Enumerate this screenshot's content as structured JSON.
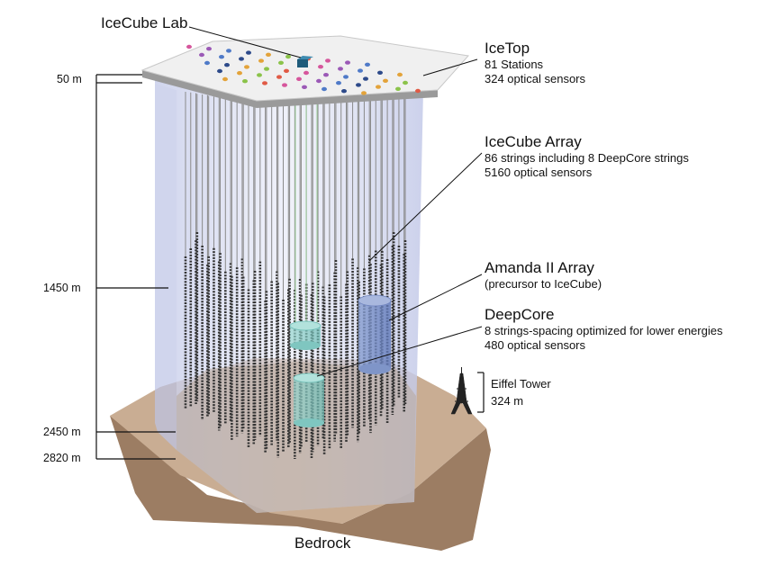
{
  "labels": {
    "lab": "IceCube Lab",
    "icetop": {
      "title": "IceTop",
      "line1": "81 Stations",
      "line2": "324 optical sensors"
    },
    "array": {
      "title": "IceCube Array",
      "line1": "86 strings including 8 DeepCore strings",
      "line2": "5160 optical sensors"
    },
    "amanda": {
      "title": "Amanda II Array",
      "line1": "(precursor to IceCube)"
    },
    "deepcore": {
      "title": "DeepCore",
      "line1": "8 strings-spacing optimized for lower energies",
      "line2": "480 optical sensors"
    },
    "eiffel": {
      "title": "Eiffel Tower",
      "height": "324 m"
    },
    "bedrock": "Bedrock"
  },
  "depths": [
    "50 m",
    "1450 m",
    "2450 m",
    "2820 m"
  ],
  "colors": {
    "bedrock_top": "#c9ad93",
    "bedrock_side": "#9c7d63",
    "ice_volume": "#c9cfe9",
    "surface": "#f0f0f0",
    "string": "#333333",
    "amanda": "#7f95c8",
    "deepcore": "#7fc6c0"
  },
  "icetop_station_colors": [
    "#d6569c",
    "#9b59b6",
    "#4f7ac8",
    "#2d4a8a",
    "#e3a33a",
    "#8bc34a",
    "#e05a45"
  ]
}
